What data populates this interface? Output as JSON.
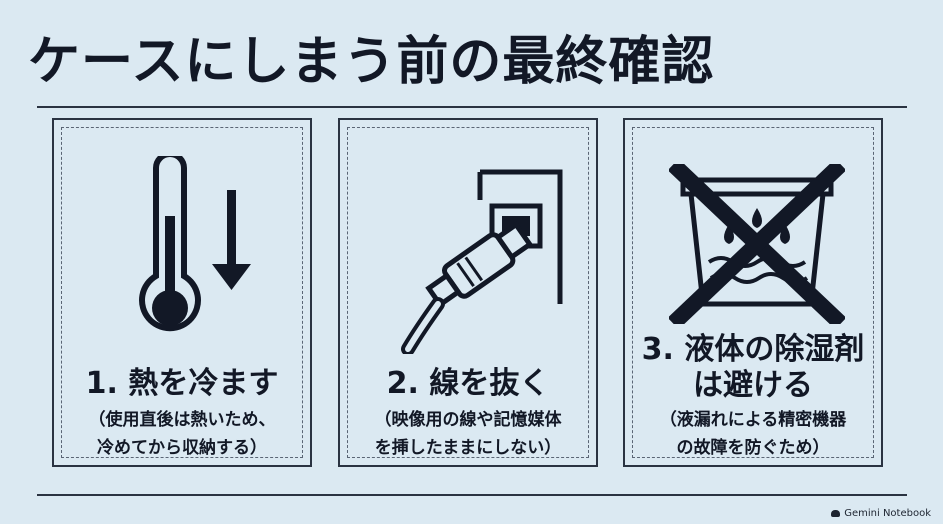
{
  "title": "ケースにしまう前の最終確認",
  "steps": [
    {
      "heading": "1. 熱を冷ます",
      "note_lines": [
        "（使用直後は熱いため、",
        "冷めてから収納する）"
      ],
      "icon": "thermometer-down-icon"
    },
    {
      "heading": "2. 線を抜く",
      "note_lines": [
        "（映像用の線や記憶媒体",
        "を挿したままにしない）"
      ],
      "icon": "plug-unplug-icon"
    },
    {
      "heading_lines": [
        "3. 液体の除湿剤",
        "は避ける"
      ],
      "note_lines": [
        "（液漏れによる精密機器",
        "の故障を防ぐため）"
      ],
      "icon": "no-liquid-desiccant-icon"
    }
  ],
  "brand": "Gemini Notebook",
  "colors": {
    "background": "#dbe9f2",
    "ink": "#121826",
    "line": "#2a3342"
  }
}
